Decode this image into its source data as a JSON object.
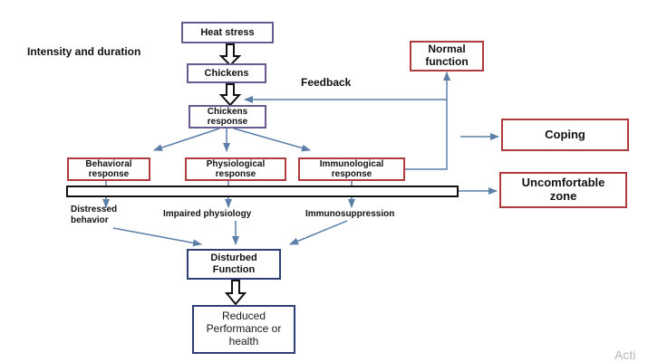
{
  "nodes": {
    "heat_stress": "Heat stress",
    "chickens": "Chickens",
    "chickens_response": "Chickens response",
    "behavioral": "Behavioral response",
    "physiological": "Physiological response",
    "immunological": "Immunological response",
    "normal_function": "Normal function",
    "coping": "Coping",
    "uncomfortable_zone": "Uncomfortable zone",
    "disturbed_function": "Disturbed Function",
    "reduced_performance": "Reduced Performance or health"
  },
  "labels": {
    "intensity_duration": "Intensity and duration",
    "feedback": "Feedback",
    "distressed_behavior": "Distressed behavior",
    "impaired_physiology": "Impaired physiology",
    "immunosuppression": "Immunosuppression",
    "watermark": "Acti"
  },
  "colors": {
    "purple_border": "#6a5a90",
    "red_border": "#b03a3e",
    "navy_border": "#2f3f73",
    "arrow_blue": "#5b7fa8"
  }
}
